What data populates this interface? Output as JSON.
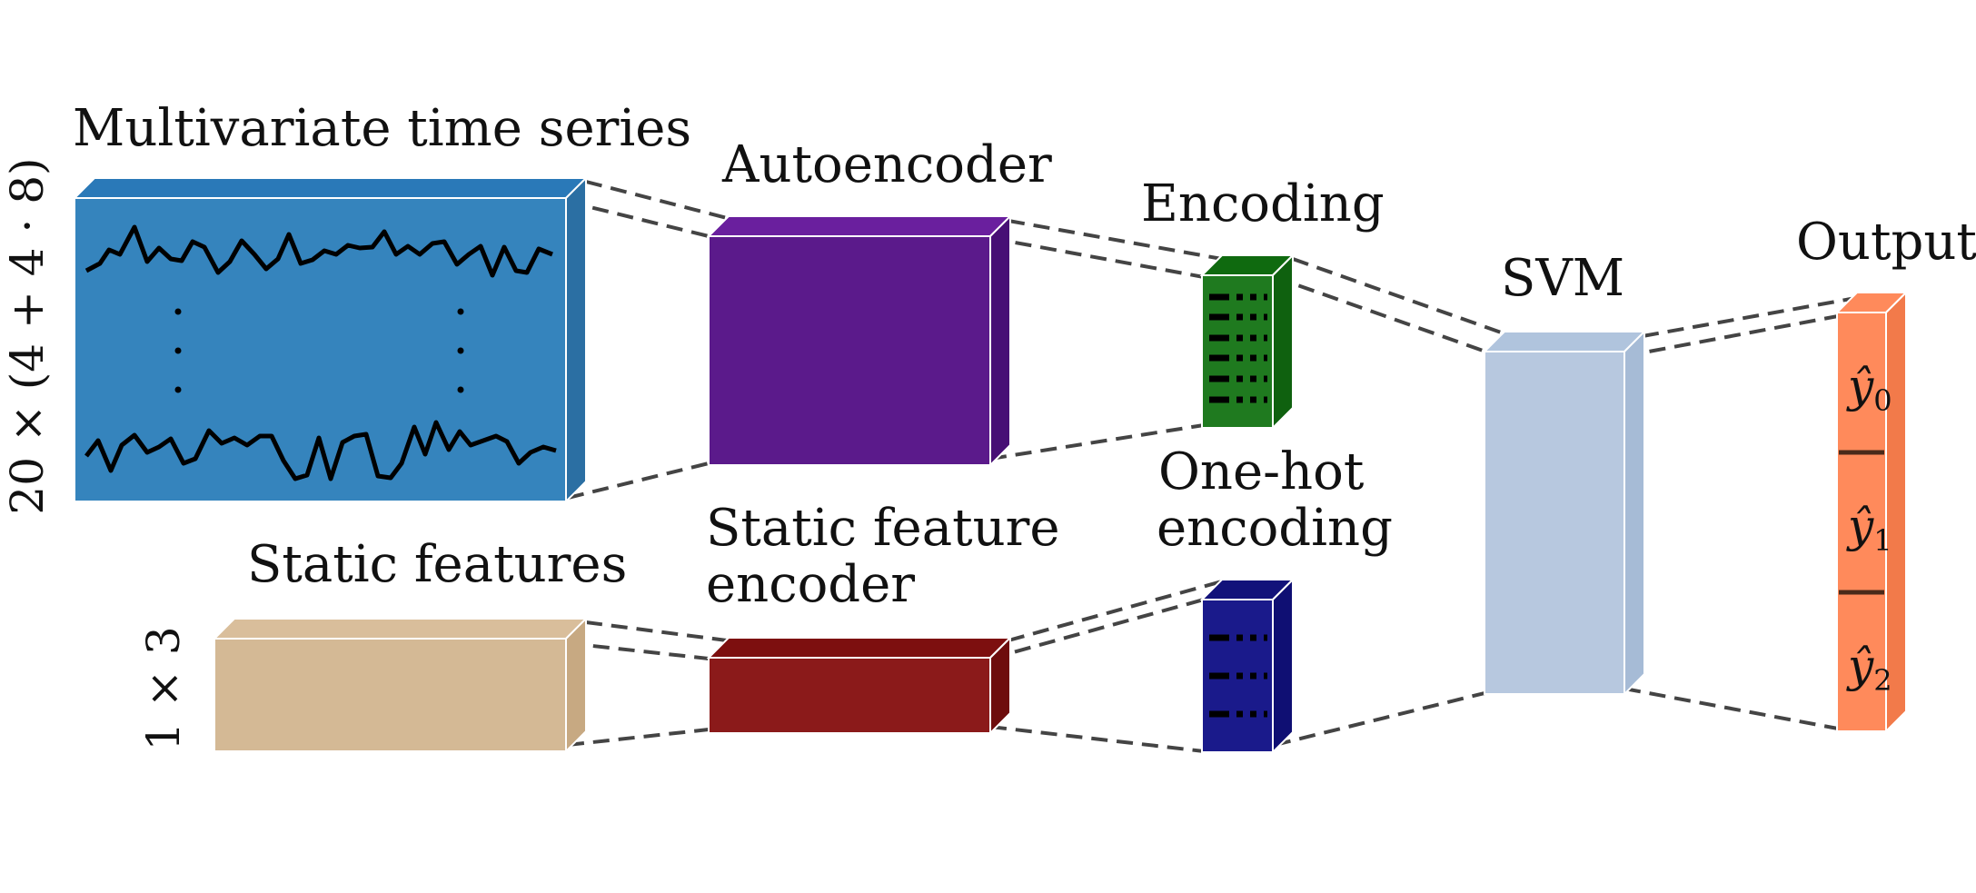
{
  "labels": {
    "time_series": "Multivariate time series",
    "autoencoder": "Autoencoder",
    "encoding": "Encoding",
    "svm": "SVM",
    "output": "Output",
    "static_features": "Static features",
    "static_encoder_line1": "Static feature",
    "static_encoder_line2": "encoder",
    "onehot_line1": "One-hot",
    "onehot_line2": "encoding",
    "ts_dim": "20 × (4 + 4 · 8)",
    "static_dim": "1 × 3"
  },
  "outputs": [
    {
      "symbol": "ŷ",
      "index": "0"
    },
    {
      "symbol": "ŷ",
      "index": "1"
    },
    {
      "symbol": "ŷ",
      "index": "2"
    }
  ],
  "colors": {
    "time_series": "#3584bd",
    "time_series_side": "#2b6fa3",
    "time_series_top": "#2a79b8",
    "autoencoder": "#5b1a8b",
    "autoencoder_side": "#470f75",
    "encoding": "#1f7a1f",
    "encoding_side": "#0f610f",
    "static_features": "#d4b995",
    "static_features_side": "#c7a982",
    "static_encoder": "#8b1a1a",
    "static_encoder_side": "#6e0d0d",
    "onehot": "#1a1a8b",
    "onehot_side": "#0f0f73",
    "svm": "#b7c8df",
    "svm_side": "#a6bbd6",
    "output": "#ff8a5b",
    "output_side": "#f27a4a",
    "dashed": "#444444"
  }
}
